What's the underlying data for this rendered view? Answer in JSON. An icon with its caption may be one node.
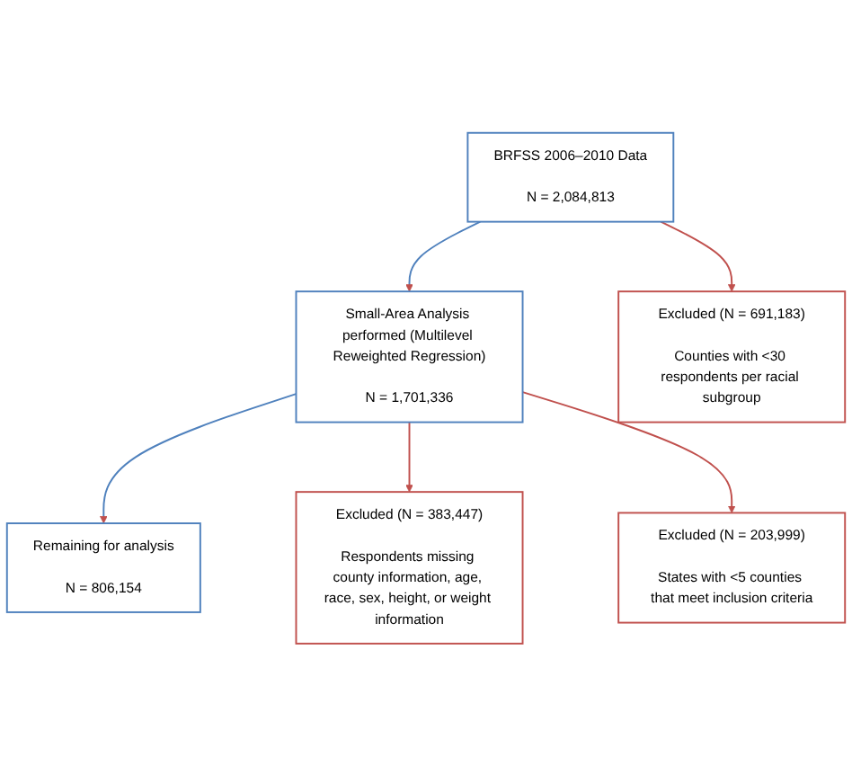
{
  "diagram": {
    "nodes": [
      {
        "text": [
          "BRFSS 2006–2010 Data",
          "N = 2,084,813"
        ]
      },
      {
        "text": [
          "Excluded (N = 691,183)",
          "Counties with <30 respondents per racial subgroup"
        ]
      },
      {
        "text": [
          "Small-Area Analysis performed (Multilevel Reweighted Regression)",
          "N = 1,701,336"
        ]
      },
      {
        "text": [
          "Excluded (N = 383,447)",
          "Respondents missing county information, age, race, sex, height, or weight information"
        ]
      },
      {
        "text": [
          "Excluded (N = 203,999)",
          "States with <5 counties that meet inclusion criteria"
        ]
      },
      {
        "text": [
          "Remaining for analysis",
          "N = 806,154"
        ]
      }
    ],
    "edges": [
      {
        "from": 0,
        "to": 2,
        "arrow": "to",
        "color": "#4f81bd"
      },
      {
        "from": 0,
        "to": 1,
        "arrow": "to"
      },
      {
        "from": 2,
        "to": 5,
        "arrow": "to",
        "color": "#4f81bd"
      },
      {
        "from": 2,
        "to": 3,
        "arrow": "to"
      },
      {
        "from": 2,
        "to": 4,
        "arrow": "to"
      }
    ]
  }
}
